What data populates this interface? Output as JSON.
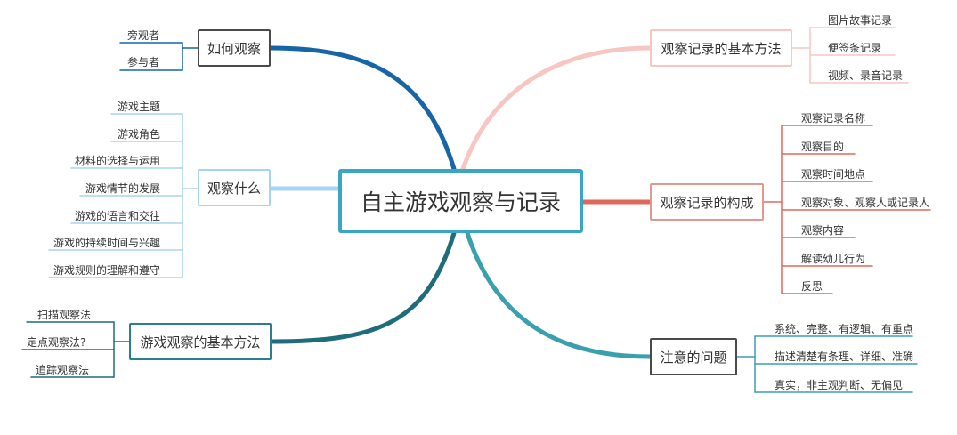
{
  "central": {
    "title": "自主游戏观察与记录"
  },
  "branches": {
    "how": {
      "label": "如何观察",
      "items": [
        "旁观者",
        "参与者"
      ]
    },
    "what": {
      "label": "观察什么",
      "items": [
        "游戏主题",
        "游戏角色",
        "材料的选择与运用",
        "游戏情节的发展",
        "游戏的语言和交往",
        "游戏的持续时间与兴趣",
        "游戏规则的理解和遵守"
      ]
    },
    "methods": {
      "label": "游戏观察的基本方法",
      "items": [
        "扫描观察法",
        "定点观察法?",
        "追踪观察法"
      ]
    },
    "record_methods": {
      "label": "观察记录的基本方法",
      "items": [
        "图片故事记录",
        "便签条记录",
        "视频、录音记录"
      ]
    },
    "record_structure": {
      "label": "观察记录的构成",
      "items": [
        "观察记录名称",
        "观察目的",
        "观察时间地点",
        "观察对象、观察人或记录人",
        "观察内容",
        "解读幼儿行为",
        "反思"
      ]
    },
    "notes": {
      "label": "注意的问题",
      "items": [
        "系统、完整、有逻辑、有重点",
        "描述清楚有条理、详细、准确",
        "真实，非主观判断、无偏见"
      ]
    }
  },
  "colors": {
    "how": "#1565a8",
    "what": "#a8d4f3",
    "methods": "#1f6c7a",
    "record_methods": "#f7c6c2",
    "record_structure": "#e0685b",
    "notes": "#3aa0b0",
    "central_border": "#3aa6c4"
  }
}
